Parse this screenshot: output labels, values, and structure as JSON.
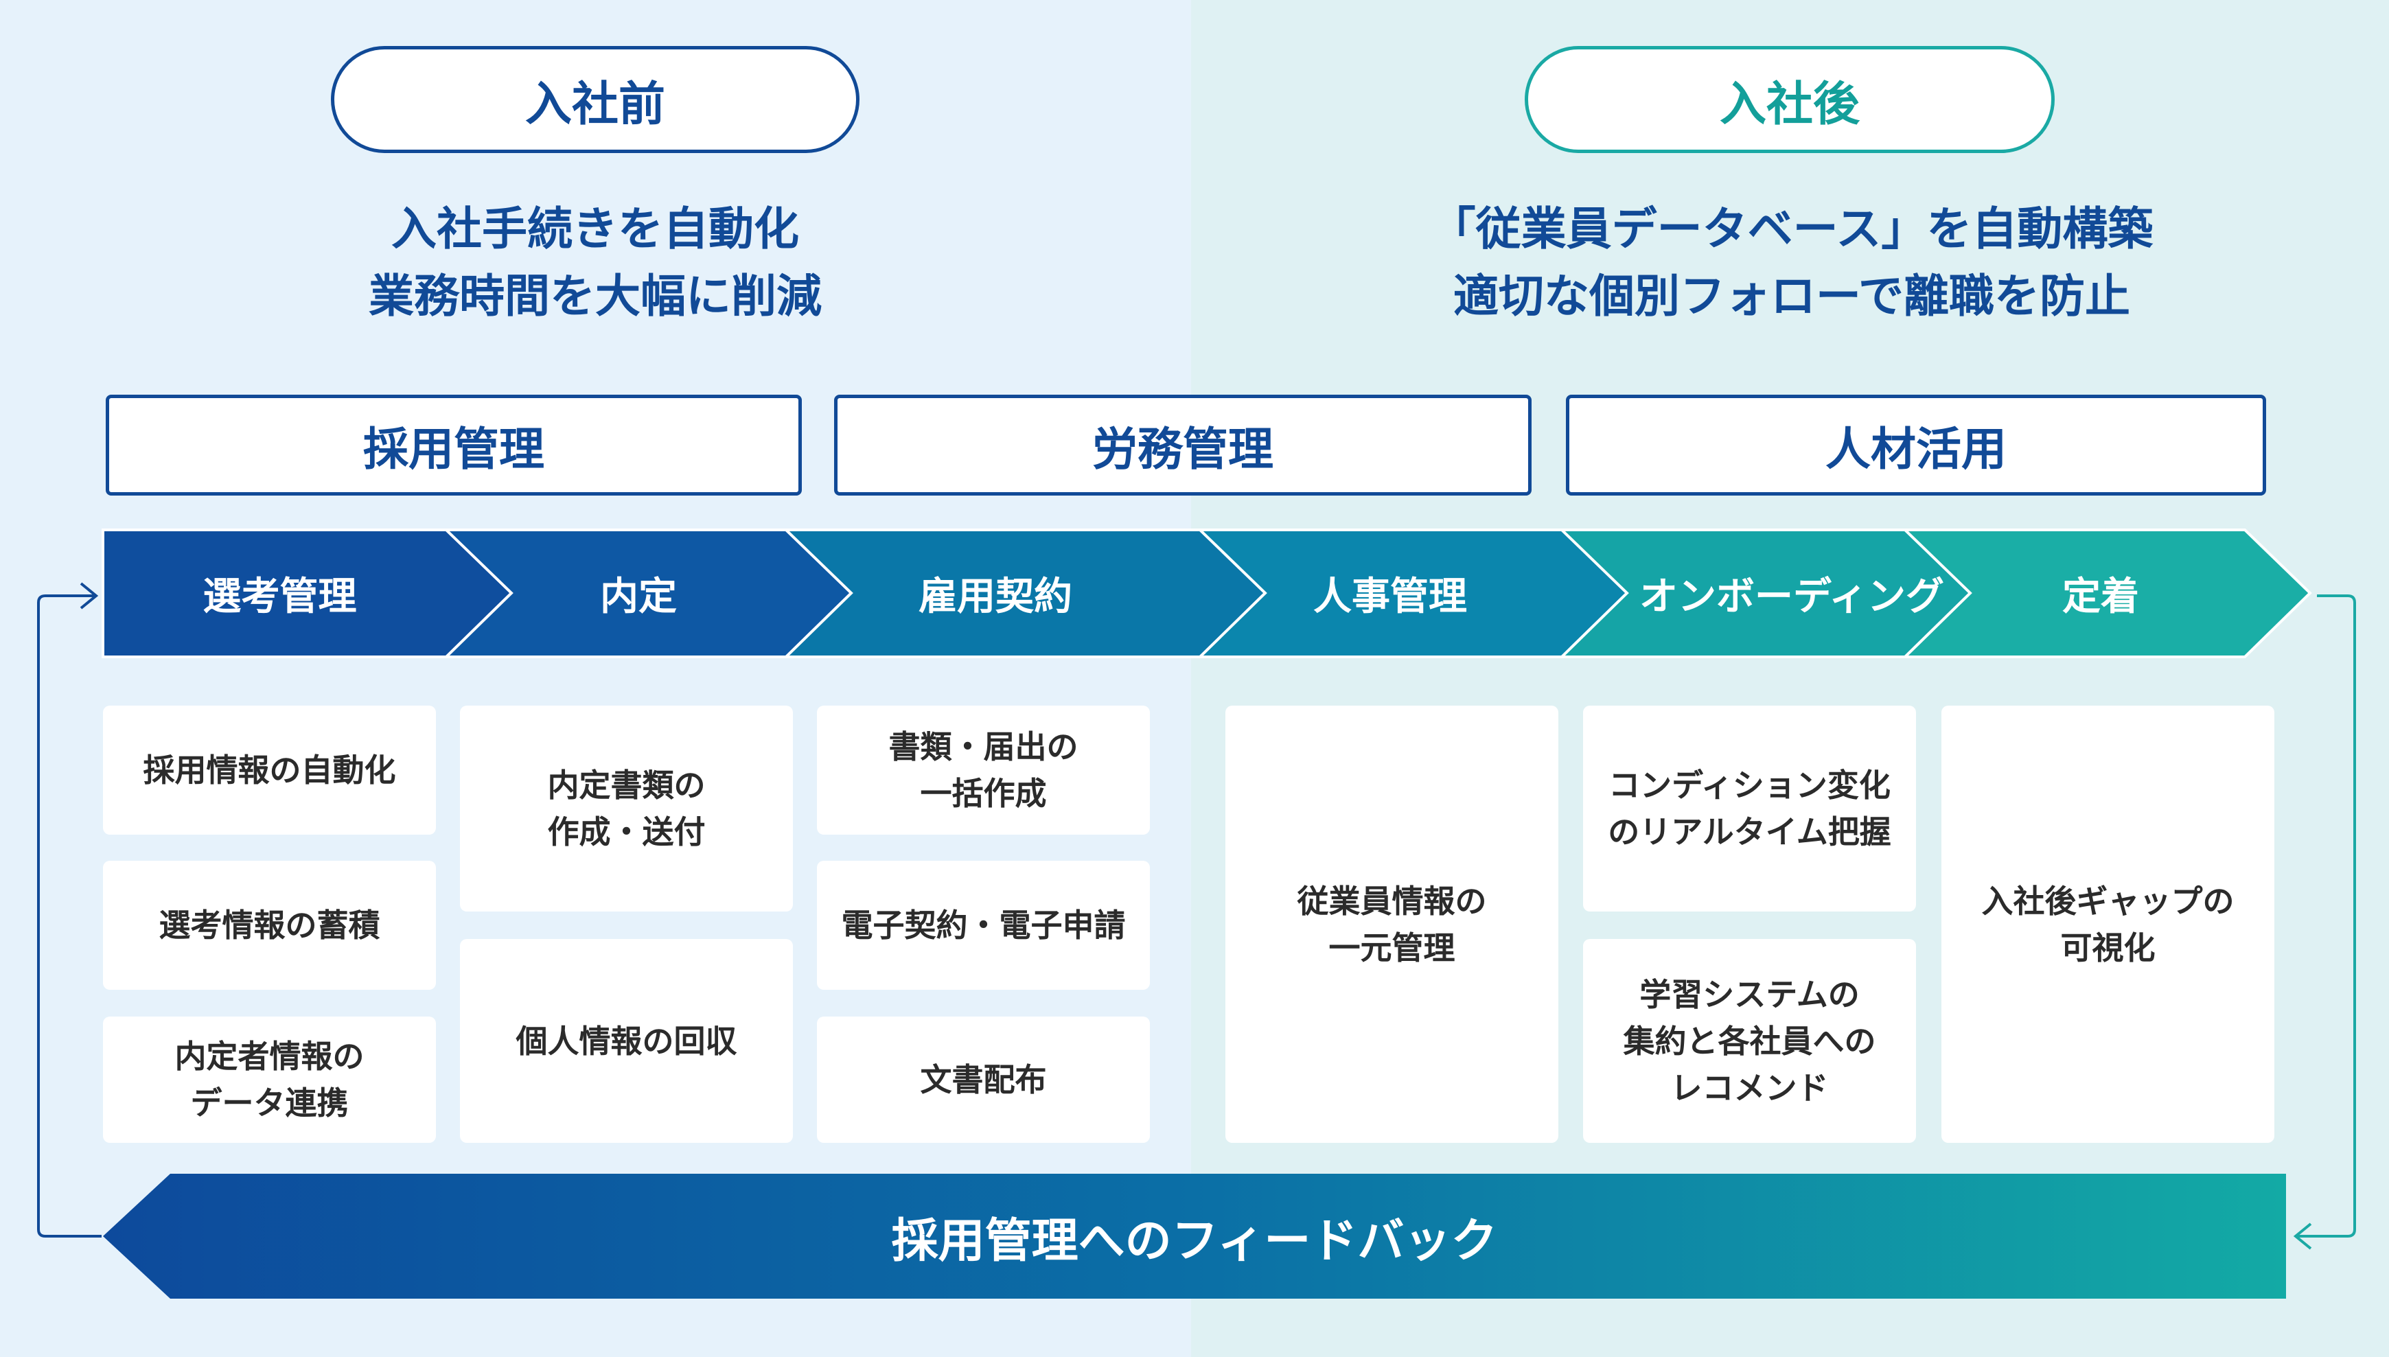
{
  "phases": {
    "before": {
      "label": "入社前",
      "lines": [
        "入社手続きを自動化",
        "業務時間を大幅に削減"
      ]
    },
    "after": {
      "label": "入社後",
      "lines": [
        "「従業員データベース」を自動構築",
        "適切な個別フォローで離職を防止"
      ]
    }
  },
  "categories": [
    "採用管理",
    "労務管理",
    "人材活用"
  ],
  "steps": [
    "選考管理",
    "内定",
    "雇用契約",
    "人事管理",
    "オンボーディング",
    "定着"
  ],
  "cards": {
    "selection": [
      "採用情報の自動化",
      "選考情報の蓄積",
      "内定者情報の\nデータ連携"
    ],
    "offer": [
      "内定書類の\n作成・送付",
      "個人情報の回収"
    ],
    "contract": [
      "書類・届出の\n一括作成",
      "電子契約・電子申請",
      "文書配布"
    ],
    "hr": [
      "従業員情報の\n一元管理"
    ],
    "onboarding": [
      "コンディション変化\nのリアルタイム把握",
      "学習システムの\n集約と各社員への\nレコメンド"
    ],
    "retention": [
      "入社後ギャップの\n可視化"
    ]
  },
  "feedback": {
    "label": "採用管理へのフィードバック"
  },
  "colors": {
    "navy": "#114a97",
    "teal": "#1aa9a4",
    "bg_left": "#e6f2fb",
    "bg_right": "#dff1f3",
    "steps": [
      "#0f4e9e",
      "#0e58a4",
      "#0a77a8",
      "#0b86ad",
      "#15a4a6",
      "#1aaea6"
    ]
  }
}
